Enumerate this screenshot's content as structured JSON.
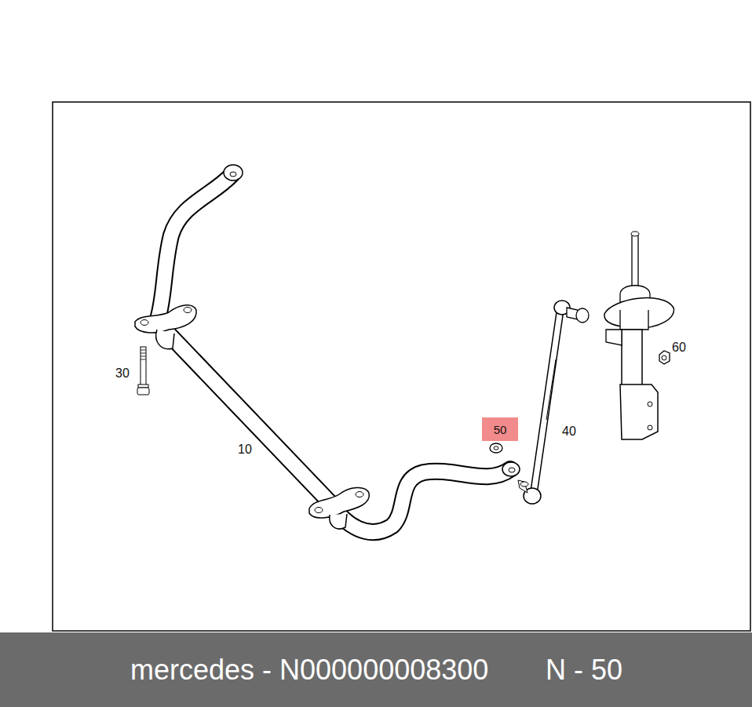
{
  "diagram": {
    "nodes": [
      {
        "text": [
          "50"
        ]
      },
      {
        "text": [
          "mercedes - N000000008300",
          "N - 50"
        ]
      }
    ],
    "labels": [
      "60",
      "30",
      "10",
      "40"
    ]
  }
}
